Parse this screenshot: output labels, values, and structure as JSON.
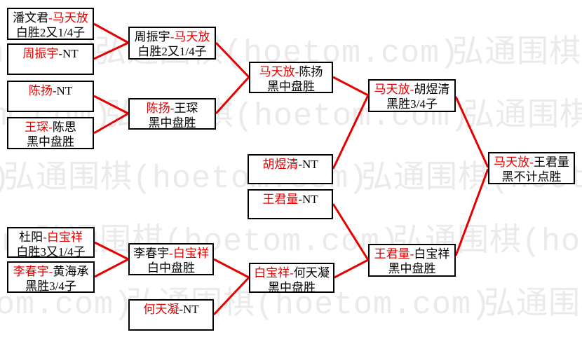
{
  "watermark_text": "弘通围棋(hoetom.com)",
  "colors": {
    "winner_text": "#e60000",
    "line": "#e60000",
    "box_border": "#000000",
    "text": "#000000",
    "watermark": "#eaeaea",
    "background": "#ffffff"
  },
  "matches": [
    {
      "p1": "潘文君",
      "sep": "-",
      "p2": "马天放",
      "winner": "p2",
      "result": "白胜2又1/4子"
    },
    {
      "p1": "周振宇",
      "sep": "-",
      "p2": "NT",
      "winner": "p1",
      "result": ""
    },
    {
      "p1": "陈扬",
      "sep": "-",
      "p2": "NT",
      "winner": "p1",
      "result": ""
    },
    {
      "p1": "王琛",
      "sep": "-",
      "p2": "陈思",
      "winner": "p1",
      "result": "黑中盘胜"
    },
    {
      "p1": "周振宇",
      "sep": "-",
      "p2": "马天放",
      "winner": "p2",
      "result": "白胜2又1/4子"
    },
    {
      "p1": "陈扬",
      "sep": "-",
      "p2": "王琛",
      "winner": "p1",
      "result": "黑中盘胜"
    },
    {
      "p1": "马天放",
      "sep": "-",
      "p2": "陈扬",
      "winner": "p1",
      "result": "黑中盘胜"
    },
    {
      "p1": "胡煜清",
      "sep": "-",
      "p2": "NT",
      "winner": "p1",
      "result": ""
    },
    {
      "p1": "王君量",
      "sep": "-",
      "p2": "NT",
      "winner": "p1",
      "result": ""
    },
    {
      "p1": "马天放",
      "sep": "-",
      "p2": "胡煜清",
      "winner": "p1",
      "result": "黑胜3/4子"
    },
    {
      "p1": "杜阳",
      "sep": "-",
      "p2": "白宝祥",
      "winner": "p2",
      "result": "白胜3又1/4子"
    },
    {
      "p1": "李春宇",
      "sep": "-",
      "p2": "黄海承",
      "winner": "p1",
      "result": "黑胜3/4子"
    },
    {
      "p1": "李春宇",
      "sep": "-",
      "p2": "白宝祥",
      "winner": "p2",
      "result": "白中盘胜"
    },
    {
      "p1": "何天凝",
      "sep": "-",
      "p2": "NT",
      "winner": "p1",
      "result": ""
    },
    {
      "p1": "白宝祥",
      "sep": "-",
      "p2": "何天凝",
      "winner": "p1",
      "result": "黑中盘胜"
    },
    {
      "p1": "王君量",
      "sep": "-",
      "p2": "白宝祥",
      "winner": "p1",
      "result": "黑中盘胜"
    },
    {
      "p1": "马天放",
      "sep": "-",
      "p2": "王君量",
      "winner": "p1",
      "result": "黑不计点胜"
    }
  ]
}
